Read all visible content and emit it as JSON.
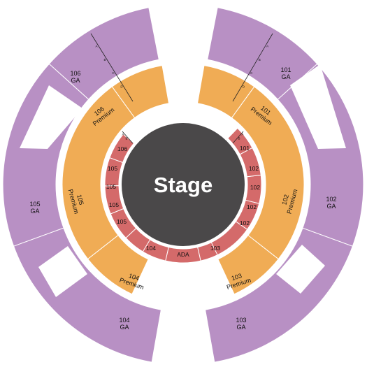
{
  "stage": {
    "label": "Stage",
    "color": "#4a4849"
  },
  "colors": {
    "ga": "#b890c4",
    "premium": "#f0ac55",
    "inner": "#d46a6a",
    "void": "#ffffff"
  },
  "ga_sections": [
    {
      "id": "106",
      "label": [
        "106",
        "GA"
      ]
    },
    {
      "id": "105",
      "label": [
        "105",
        "GA"
      ]
    },
    {
      "id": "104",
      "label": [
        "104",
        "GA"
      ]
    },
    {
      "id": "103",
      "label": [
        "103",
        "GA"
      ]
    },
    {
      "id": "102",
      "label": [
        "102",
        "GA"
      ]
    },
    {
      "id": "101",
      "label": [
        "101",
        "GA"
      ]
    }
  ],
  "premium_sections": [
    {
      "id": "106",
      "label": [
        "106",
        "Premium"
      ]
    },
    {
      "id": "105",
      "label": [
        "105",
        "Premium"
      ]
    },
    {
      "id": "104",
      "label": [
        "104",
        "Premium"
      ]
    },
    {
      "id": "103",
      "label": [
        "103",
        "Premium"
      ]
    },
    {
      "id": "102",
      "label": [
        "102",
        "Premium"
      ]
    },
    {
      "id": "101",
      "label": [
        "101",
        "Premium"
      ]
    }
  ],
  "inner_sections": [
    {
      "label": "106"
    },
    {
      "label": "105"
    },
    {
      "label": "105"
    },
    {
      "label": "105"
    },
    {
      "label": "105"
    },
    {
      "label": "104"
    },
    {
      "label": "ADA"
    },
    {
      "label": "103"
    },
    {
      "label": "102"
    },
    {
      "label": "102"
    },
    {
      "label": "102"
    },
    {
      "label": "102"
    },
    {
      "label": "101"
    }
  ],
  "row_letters": {
    "left_outer": [
      "A",
      "B",
      "C",
      "D"
    ],
    "right_outer": [
      "A",
      "B",
      "C",
      "D"
    ],
    "left_inner": [
      "A",
      "B"
    ],
    "right_inner": [
      "A",
      "B"
    ]
  }
}
